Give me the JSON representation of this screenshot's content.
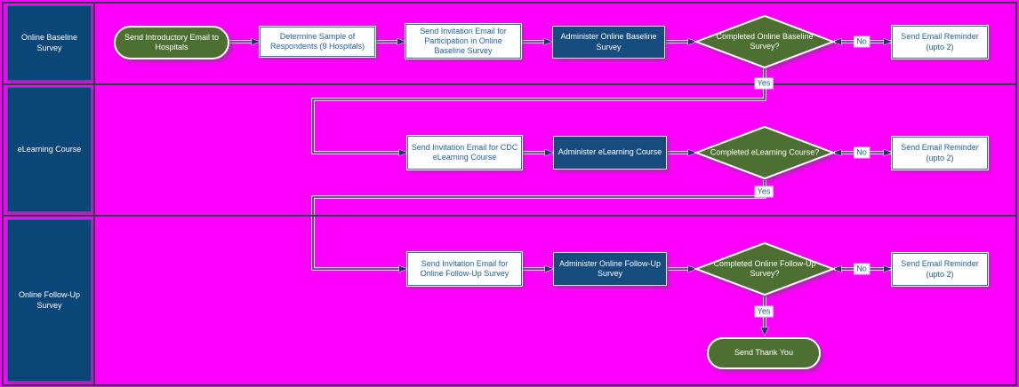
{
  "diagram": {
    "type": "flowchart-swimlane",
    "colors": {
      "background": "#FF00FF",
      "lane_header": "#0A4778",
      "process_blue": "#174C7F",
      "terminator_green": "#4D7032",
      "white_box_border": "#2E75B6",
      "white_box_text": "#2161AC",
      "connector": "#1F3864",
      "frame_line": "#2F3E4A"
    },
    "labels": {
      "yes": "Yes",
      "no": "No"
    },
    "lanes": [
      {
        "label": "Online Baseline Survey",
        "nodes": {
          "start": "Send Introductory Email to Hospitals",
          "sample": "Determine Sample of Respondents (9 Hospitals)",
          "invite": "Send Invitation Email for Participation in Online Baseline Survey",
          "administer": "Administer Online Baseline Survey",
          "decision": "Completed Online Baseline Survey?",
          "reminder": "Send Email Reminder (upto 2)"
        }
      },
      {
        "label": "eLearning Course",
        "nodes": {
          "invite": "Send Invitation Email for CDC eLearning Course",
          "administer": "Administer eLearning Course",
          "decision": "Completed eLearning Course?",
          "reminder": "Send Email Reminder (upto 2)"
        }
      },
      {
        "label": "Online Follow-Up Survey",
        "nodes": {
          "invite": "Send Invitation Email for Online Follow-Up Survey",
          "administer": "Administer Online Follow-Up Survey",
          "decision": "Completed Online Follow-Up Survey?",
          "reminder": "Send Email Reminder (upto 2)",
          "end": "Send Thank You"
        }
      }
    ]
  }
}
